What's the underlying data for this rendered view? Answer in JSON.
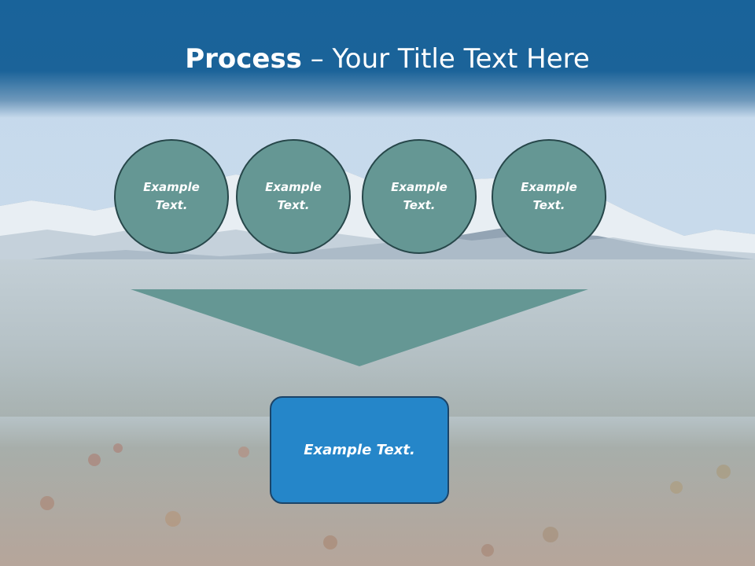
{
  "slide": {
    "title_bold": "Process",
    "title_rest": " – Your Title Text Here"
  },
  "process_steps": [
    {
      "label": "Example Text."
    },
    {
      "label": "Example Text."
    },
    {
      "label": "Example Text."
    },
    {
      "label": "Example Text."
    }
  ],
  "result": {
    "label": "Example Text."
  },
  "colors": {
    "header": "#19639a",
    "step_fill": "#659794",
    "step_border": "#27474a",
    "funnel_fill": "#659794",
    "result_fill": "#2586c9",
    "result_border": "#1b4468"
  },
  "background": {
    "description_icon": "mountain-landscape-image"
  }
}
